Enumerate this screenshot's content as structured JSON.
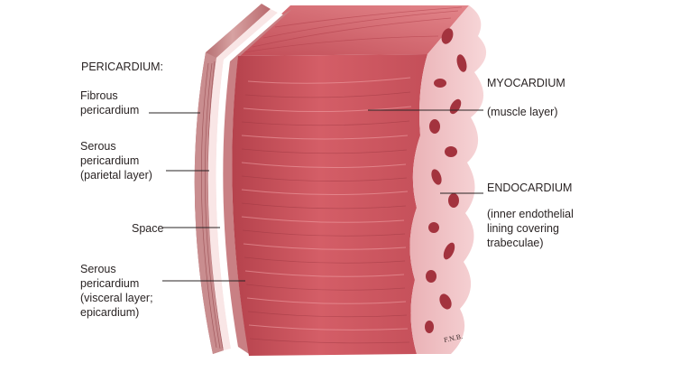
{
  "labels": {
    "pericardium": "PERICARDIUM:",
    "fibrous": "Fibrous\npericardium",
    "parietal": "Serous\npericardium\n(parietal layer)",
    "space": "Space",
    "visceral": "Serous\npericardium\n(visceral layer;\nepicardium)",
    "myocardium_title": "MYOCARDIUM",
    "myocardium_sub": "(muscle layer)",
    "endocardium_title": "ENDOCARDIUM",
    "endocardium_sub": "(inner endothelial\nlining covering\ntrabeculae)",
    "artist_initials": "F.N.B."
  },
  "colors": {
    "background": "#ffffff",
    "text": "#2a2424",
    "leader": "#2a2424",
    "muscle_light": "#e07a7f",
    "muscle": "#c94f58",
    "muscle_dark": "#8e2f37",
    "fibrous_layer": "#cf9898",
    "serous_layer": "#f6dcdc",
    "endocardium": "#f3c9cc"
  }
}
